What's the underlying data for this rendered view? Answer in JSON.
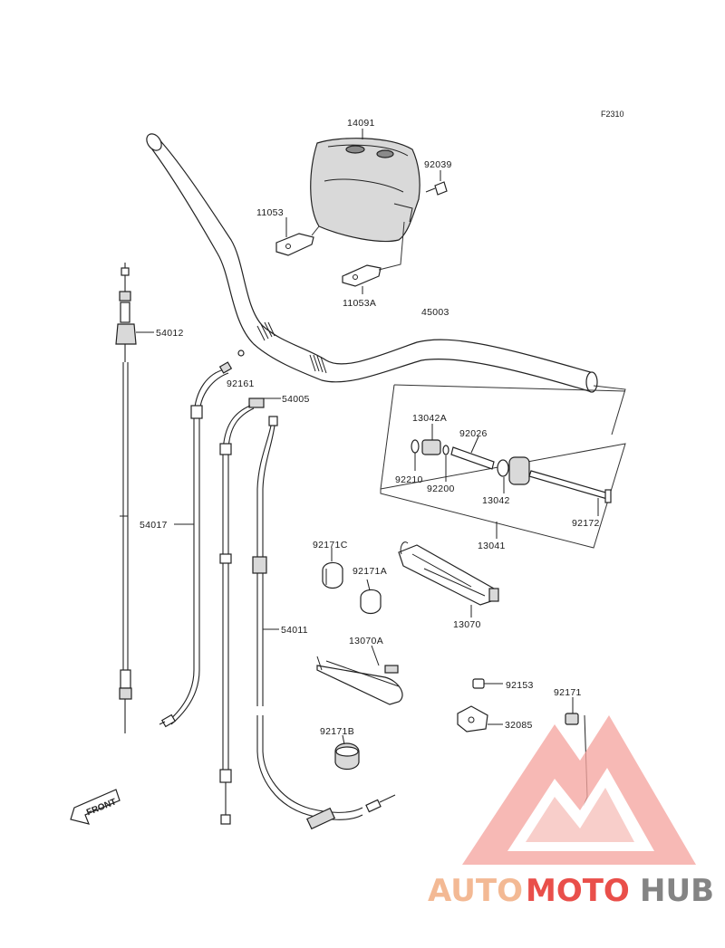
{
  "figure_code": "F2310",
  "front_label": "FRONT",
  "watermark": {
    "part1": "AUTO",
    "part2": "MOTO",
    "part3": "HUB",
    "color_light": "#f3b48c",
    "color_red": "#e8413b",
    "color_gray": "#7a7a7a"
  },
  "parts": {
    "p14091": "14091",
    "p92039": "92039",
    "p11053": "11053",
    "p11053A": "11053A",
    "p45003": "45003",
    "p54012": "54012",
    "p92161": "92161",
    "p54005": "54005",
    "p13042A": "13042A",
    "p92026": "92026",
    "p92210": "92210",
    "p92200": "92200",
    "p13042": "13042",
    "p92172": "92172",
    "p54017": "54017",
    "p13041": "13041",
    "p92171C": "92171C",
    "p92171A": "92171A",
    "p13070": "13070",
    "p54011": "54011",
    "p13070A": "13070A",
    "p92153": "92153",
    "p92171": "92171",
    "p32085": "32085",
    "p92171B": "92171B"
  }
}
